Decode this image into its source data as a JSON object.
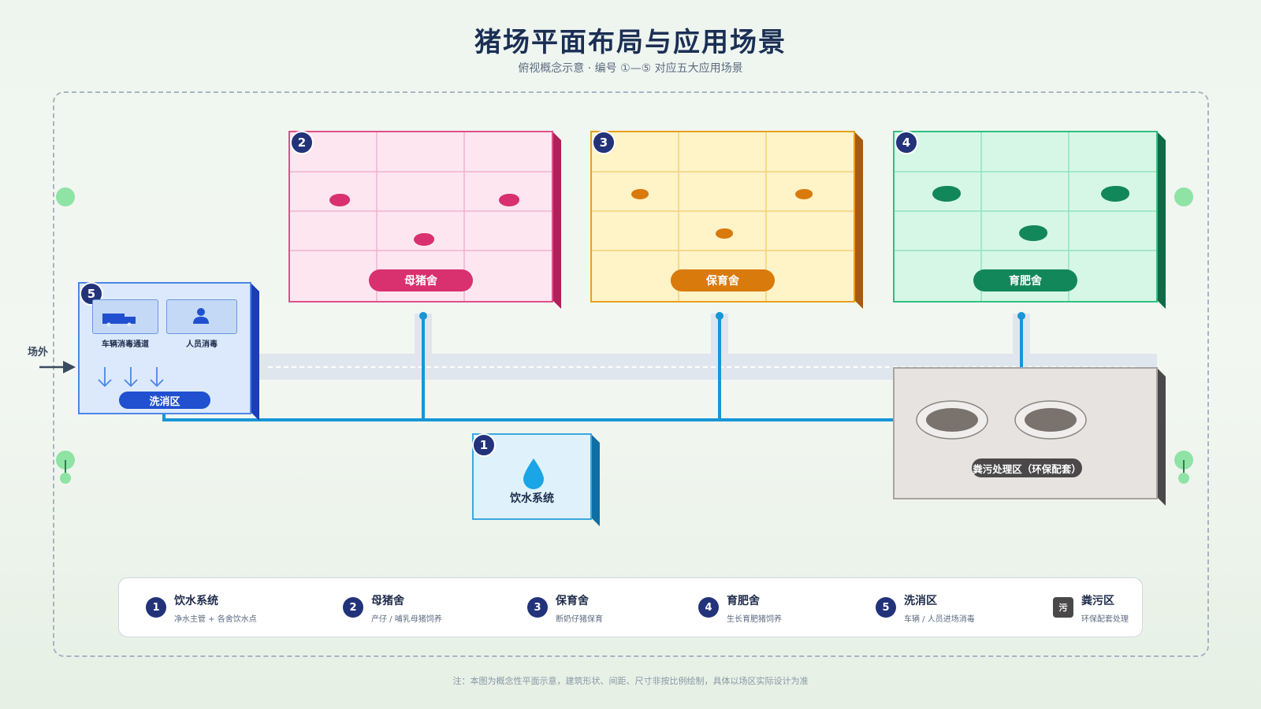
{
  "header": {
    "title": "猪场平面布局与应用场景",
    "subtitle": "俯视概念示意 · 编号 ①—⑤ 对应五大应用场景"
  },
  "entrance": {
    "label": "场外"
  },
  "areas": {
    "sow": {
      "number": "2",
      "label": "母猪舍",
      "color": "#d9306f"
    },
    "nursery": {
      "number": "3",
      "label": "保育舍",
      "color": "#d97a0c"
    },
    "finishing": {
      "number": "4",
      "label": "育肥舍",
      "color": "#12875a"
    },
    "disinfection": {
      "number": "5",
      "label": "洗消区",
      "color": "#2050d0",
      "vehicle_label": "车辆消毒通道",
      "person_label": "人员消毒"
    },
    "water": {
      "number": "1",
      "label": "饮水系统",
      "color": "#1896d6"
    },
    "waste": {
      "label": "粪污处理区（环保配套）",
      "color": "#4a4848"
    }
  },
  "legend": [
    {
      "badge": "1",
      "title": "饮水系统",
      "desc": "净水主管 + 各舍饮水点"
    },
    {
      "badge": "2",
      "title": "母猪舍",
      "desc": "产仔 / 哺乳母猪饲养"
    },
    {
      "badge": "3",
      "title": "保育舍",
      "desc": "断奶仔猪保育"
    },
    {
      "badge": "4",
      "title": "育肥舍",
      "desc": "生长育肥猪饲养"
    },
    {
      "badge": "5",
      "title": "洗消区",
      "desc": "车辆 / 人员进场消毒"
    },
    {
      "badge": "污",
      "title": "粪污区",
      "desc": "环保配套处理"
    }
  ],
  "icons": [
    "truck-icon",
    "person-icon",
    "water-drop-icon",
    "arrow-down-icon",
    "arrow-right-icon",
    "pig-icon",
    "tree-icon"
  ],
  "footer": {
    "note": "注：本图为概念性平面示意，建筑形状、间距、尺寸非按比例绘制，具体以场区实际设计为准"
  }
}
